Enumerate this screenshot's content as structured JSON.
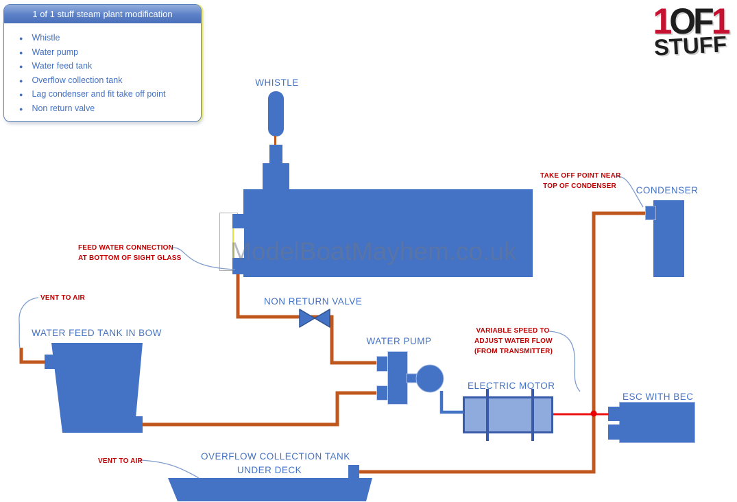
{
  "legend": {
    "title": "1 of 1 stuff steam plant modification",
    "items": [
      "Whistle",
      "Water pump",
      "Water feed tank",
      "Overflow collection tank",
      "Lag condenser and fit take off point",
      "Non return valve"
    ]
  },
  "logo": {
    "part1": "1",
    "part2": "OF",
    "part3": "1",
    "word2": "STUFF"
  },
  "watermark": "ModelBoatMayhem.co.uk",
  "components": {
    "whistle": "WHISTLE",
    "condenser": "CONDENSER",
    "non_return_valve": "NON RETURN VALVE",
    "water_pump": "WATER PUMP",
    "electric_motor": "ELECTRIC MOTOR",
    "esc": "ESC WITH BEC",
    "water_feed_tank": "WATER FEED TANK IN BOW",
    "overflow_tank": [
      "OVERFLOW COLLECTION TANK",
      "UNDER DECK"
    ]
  },
  "annotations": {
    "take_off": [
      "TAKE OFF POINT NEAR",
      "TOP OF CONDENSER"
    ],
    "feed_water": [
      "FEED WATER CONNECTION",
      "AT BOTTOM OF SIGHT GLASS"
    ],
    "vent_to_air_top": "VENT TO AIR",
    "vent_to_air_bottom": "VENT TO AIR",
    "variable_speed": [
      "VARIABLE SPEED TO",
      "ADJUST WATER FLOW",
      "(FROM TRANSMITTER)"
    ]
  },
  "colors": {
    "component_blue": "#4472C4",
    "motor_fill": "#8FAADC",
    "motor_border": "#3A5BA9",
    "pipe_orange": "#C0571C",
    "wire_red": "#EE1111",
    "label_blue": "#4472C4",
    "annotation_red": "#C00000",
    "legend_header_blue": "#5B80C7",
    "sight_glass_yellow": "#E3E23F",
    "logo_red": "#C41230",
    "logo_black": "#1E1E1E"
  }
}
